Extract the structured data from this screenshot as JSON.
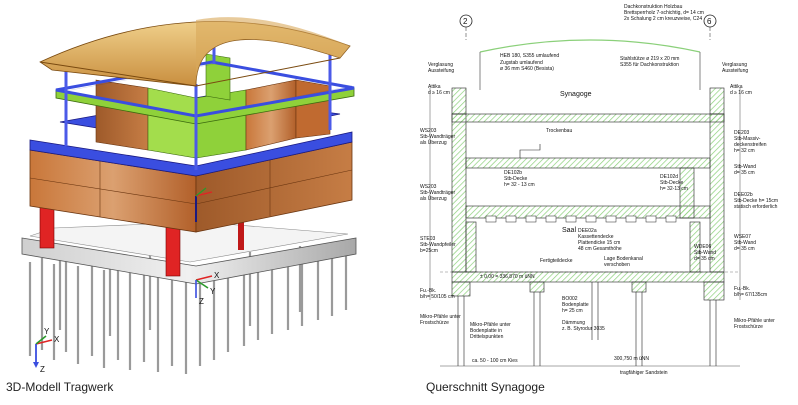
{
  "captions": {
    "left": "3D-Modell Tragwerk",
    "right": "Querschnitt Synagoge"
  },
  "axes": {
    "x": "X",
    "y": "Y",
    "z": "Z"
  },
  "grid_axes": [
    "2",
    "6"
  ],
  "rooms": {
    "upper": "Synagoge",
    "lower": "Saal"
  },
  "colors": {
    "roof": "#d8a85a",
    "wall": "#b8662e",
    "green": "#8fd13a",
    "blue": "#3a4ee0",
    "red": "#e02424",
    "gray": "#a9a9a9",
    "line": "#222222",
    "hatch": "#8bd07a"
  },
  "labels": {
    "roof_top": "Dachkonstruktion Holzbau",
    "roof_sub1": "Brettsperrholz 7-schichtig, d= 14 cm",
    "roof_sub2": "2x Schalung 2 cm kreuzweise, C24",
    "heb": "HEB 180, S355 umlaufend",
    "zugstab1": "Zugstab umlaufend",
    "zugstab2": "ø 36 mm S460 (Besista)",
    "stahl1": "Stahlstütze ø 219 x 20 mm",
    "stahl2": "S355 für Dachkonstruktion",
    "verglasung_l": "Verglasung",
    "aussteifung_l": "Aussteifung",
    "verglasung_r": "Verglasung",
    "aussteifung_r": "Aussteifung",
    "attika_l": "Attika",
    "attika_l2": "d ≥ 16 cm",
    "attika_r": "Attika",
    "attika_r2": "d ≥ 16 cm",
    "ws203a": "WS203",
    "ws203a2": "Stb-Wandträger",
    "ws203a3": "als Überzug",
    "trockenbau": "Trockenbau",
    "de203": "DE203",
    "de203_2": "Stb-Massiv-",
    "de203_3": "deckenstreifen",
    "de203_4": "h= 32 cm",
    "stbwand_r": "Stb-Wand",
    "stbwand_r2": "d= 35 cm",
    "de102b": "DE102b",
    "de102b_2": "Stb-Decke",
    "de102b_3": "h= 32 - 13 cm",
    "de102d": "DE102d",
    "de102d_2": "Stb-Decke",
    "de102d_3": "h= 32-13 cm",
    "ws203b": "WS203",
    "ws203b2": "Stb-Wandträger",
    "ws203b3": "als Überzug",
    "de02b": "DEE02b",
    "de02b_2": "Stb-Decke h= 15cm",
    "de02b_3": "statisch erforderlich",
    "de02a": "DEE02a",
    "de02a_2": "Kassettendecke",
    "de02a_3": "Plattendicke 15 cm",
    "de02a_4": "48 cm Gesamthöhe",
    "ws07": "WSE07",
    "ws07_2": "Stb-Wand",
    "ws07_3": "d= 35 cm",
    "ste03": "STE03",
    "ste03_2": "Stb-Wandpfeiler",
    "ste03_3": "b=25cm",
    "wd06": "WDE06",
    "wd06_2": "Stb-Wand",
    "wd06_3": "d= 35 cm",
    "fertigteil": "Fertigteildecke",
    "bodenkanal": "Lage Bodenkanal",
    "bodenkanal2": "verschoben",
    "fubk_l": "Fu.-Bk.",
    "fubk_l2": "b/h= 50/105 cm",
    "fubk_r": "Fu.-Bk.",
    "fubk_r2": "b/h= 67/135cm",
    "bodenplatte": "BO002",
    "bodenplatte2": "Bodenplatte",
    "bodenplatte3": "h= 25 cm",
    "daemmung": "Dämmung",
    "daemmung2": "z. B. Styrodur 3035",
    "mikro_l": "Mikro-Pfähle unter",
    "mikro_l2": "Bodenplatte in",
    "mikro_l3": "Drittelspunkten",
    "mikro_l4": "Mikro-Pfähle unter",
    "mikro_l5": "Frostschürze",
    "mikro_r": "Mikro-Pfähle unter",
    "mikro_r2": "Frostschürze",
    "sandstein": "tragfähiger Sandstein",
    "kies": "ca. 50 - 100 cm Kies",
    "level": "± 0,00 = 336,870 m üNN",
    "level2": "300,750 m üNN"
  }
}
